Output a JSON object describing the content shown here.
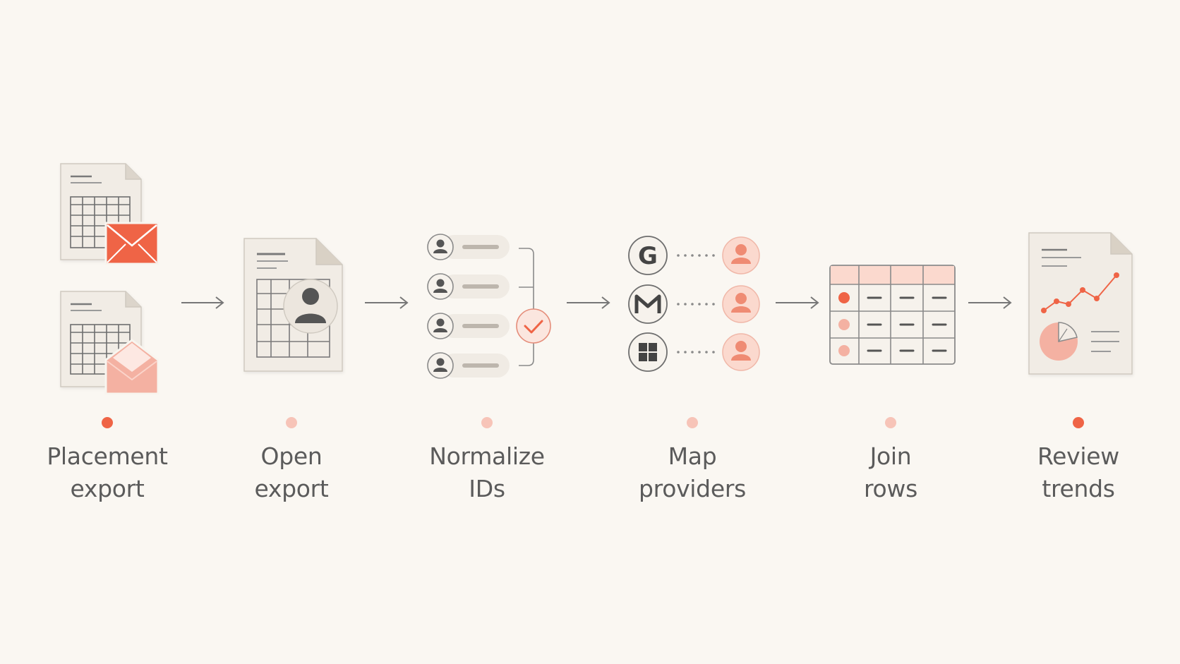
{
  "colors": {
    "accent": "#ef6446",
    "accent_light": "#f5b5a6",
    "accent_pale": "#fbe0d8",
    "line": "#6e6e6e",
    "paper": "#f1ece5",
    "text": "#5b5b5b"
  },
  "steps": [
    {
      "line1": "Placement",
      "line2": "export",
      "marker": "strong",
      "icons": [
        "spreadsheet-icon",
        "envelope-icon",
        "open-envelope-icon"
      ]
    },
    {
      "line1": "Open",
      "line2": "export",
      "marker": "light",
      "icons": [
        "document-icon",
        "user-icon"
      ]
    },
    {
      "line1": "Normalize",
      "line2": "IDs",
      "marker": "light",
      "icons": [
        "user-list-icon",
        "checkmark-icon"
      ]
    },
    {
      "line1": "Map",
      "line2": "providers",
      "marker": "light",
      "icons": [
        "google-icon",
        "gmail-icon",
        "windows-icon",
        "user-icon"
      ]
    },
    {
      "line1": "Join",
      "line2": "rows",
      "marker": "light",
      "icons": [
        "table-icon"
      ]
    },
    {
      "line1": "Review",
      "line2": "trends",
      "marker": "strong",
      "icons": [
        "report-icon",
        "line-chart-icon",
        "pie-chart-icon"
      ]
    }
  ]
}
